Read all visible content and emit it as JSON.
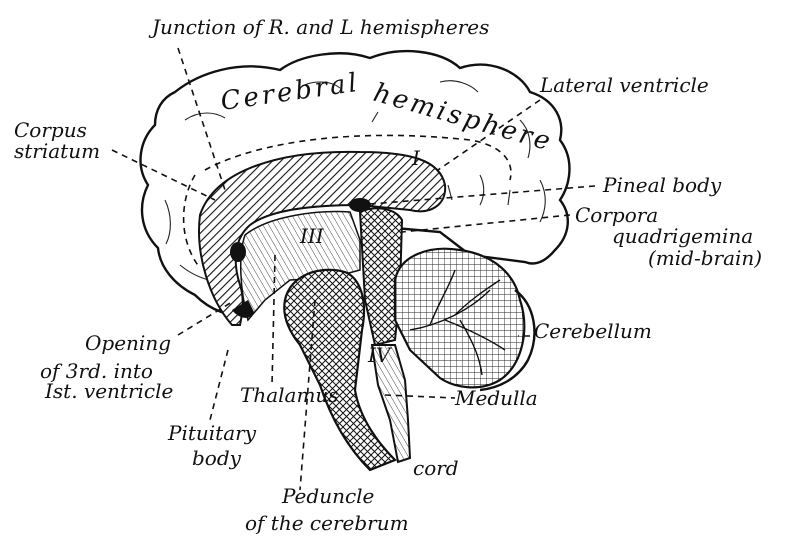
{
  "labels": {
    "junction": "Junction of R. and L hemispheres",
    "lateral_ventricle": "Lateral ventricle",
    "corpus_line1": "Corpus",
    "corpus_line2": "striatum",
    "cerebral": "Cerebral",
    "hemisphere": "hemisphere",
    "pineal": "Pineal body",
    "corpora_line1": "Corpora",
    "corpora_line2": "quadrigemina",
    "corpora_line3": "(mid-brain)",
    "cerebellum": "Cerebellum",
    "opening_line1": "Opening",
    "opening_line2": "of 3rd. into",
    "opening_line3": "Ist. ventricle",
    "thalamus": "Thalamus",
    "medulla": "Medulla",
    "pituitary_line1": "Pituitary",
    "pituitary_line2": "body",
    "cord": "cord",
    "peduncle_line1": "Peduncle",
    "peduncle_line2": "of the cerebrum",
    "numeral_1": "I",
    "numeral_3": "III",
    "numeral_4": "IV"
  },
  "colors": {
    "ink": "#111111",
    "paper": "#ffffff"
  }
}
